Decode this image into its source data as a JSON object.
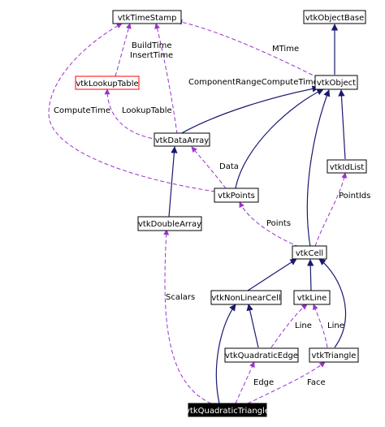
{
  "diagram": {
    "nodes": {
      "vtkTimeStamp": "vtkTimeStamp",
      "vtkObjectBase": "vtkObjectBase",
      "vtkLookupTable": "vtkLookupTable",
      "vtkObject": "vtkObject",
      "vtkDataArray": "vtkDataArray",
      "vtkIdList": "vtkIdList",
      "vtkPoints": "vtkPoints",
      "vtkDoubleArray": "vtkDoubleArray",
      "vtkCell": "vtkCell",
      "vtkNonLinearCell": "vtkNonLinearCell",
      "vtkLine": "vtkLine",
      "vtkQuadraticEdge": "vtkQuadraticEdge",
      "vtkTriangle": "vtkTriangle",
      "vtkQuadraticTriangle": "vtkQuadraticTriangle"
    },
    "labels": {
      "buildtime_inserttime": [
        "BuildTime",
        "InsertTime"
      ],
      "mtime": "MTime",
      "component_range": "ComponentRangeComputeTime",
      "compute_time": "ComputeTime",
      "lookup_table": "LookupTable",
      "data": "Data",
      "point_ids": "PointIds",
      "points": "Points",
      "scalars": "Scalars",
      "line_left": "Line",
      "line_right": "Line",
      "edge": "Edge",
      "face": "Face"
    },
    "colors": {
      "inheritance": "#191970",
      "usage": "#9a32cd",
      "highlight_node": "#000000",
      "red_node_border": "#ff0000"
    }
  }
}
